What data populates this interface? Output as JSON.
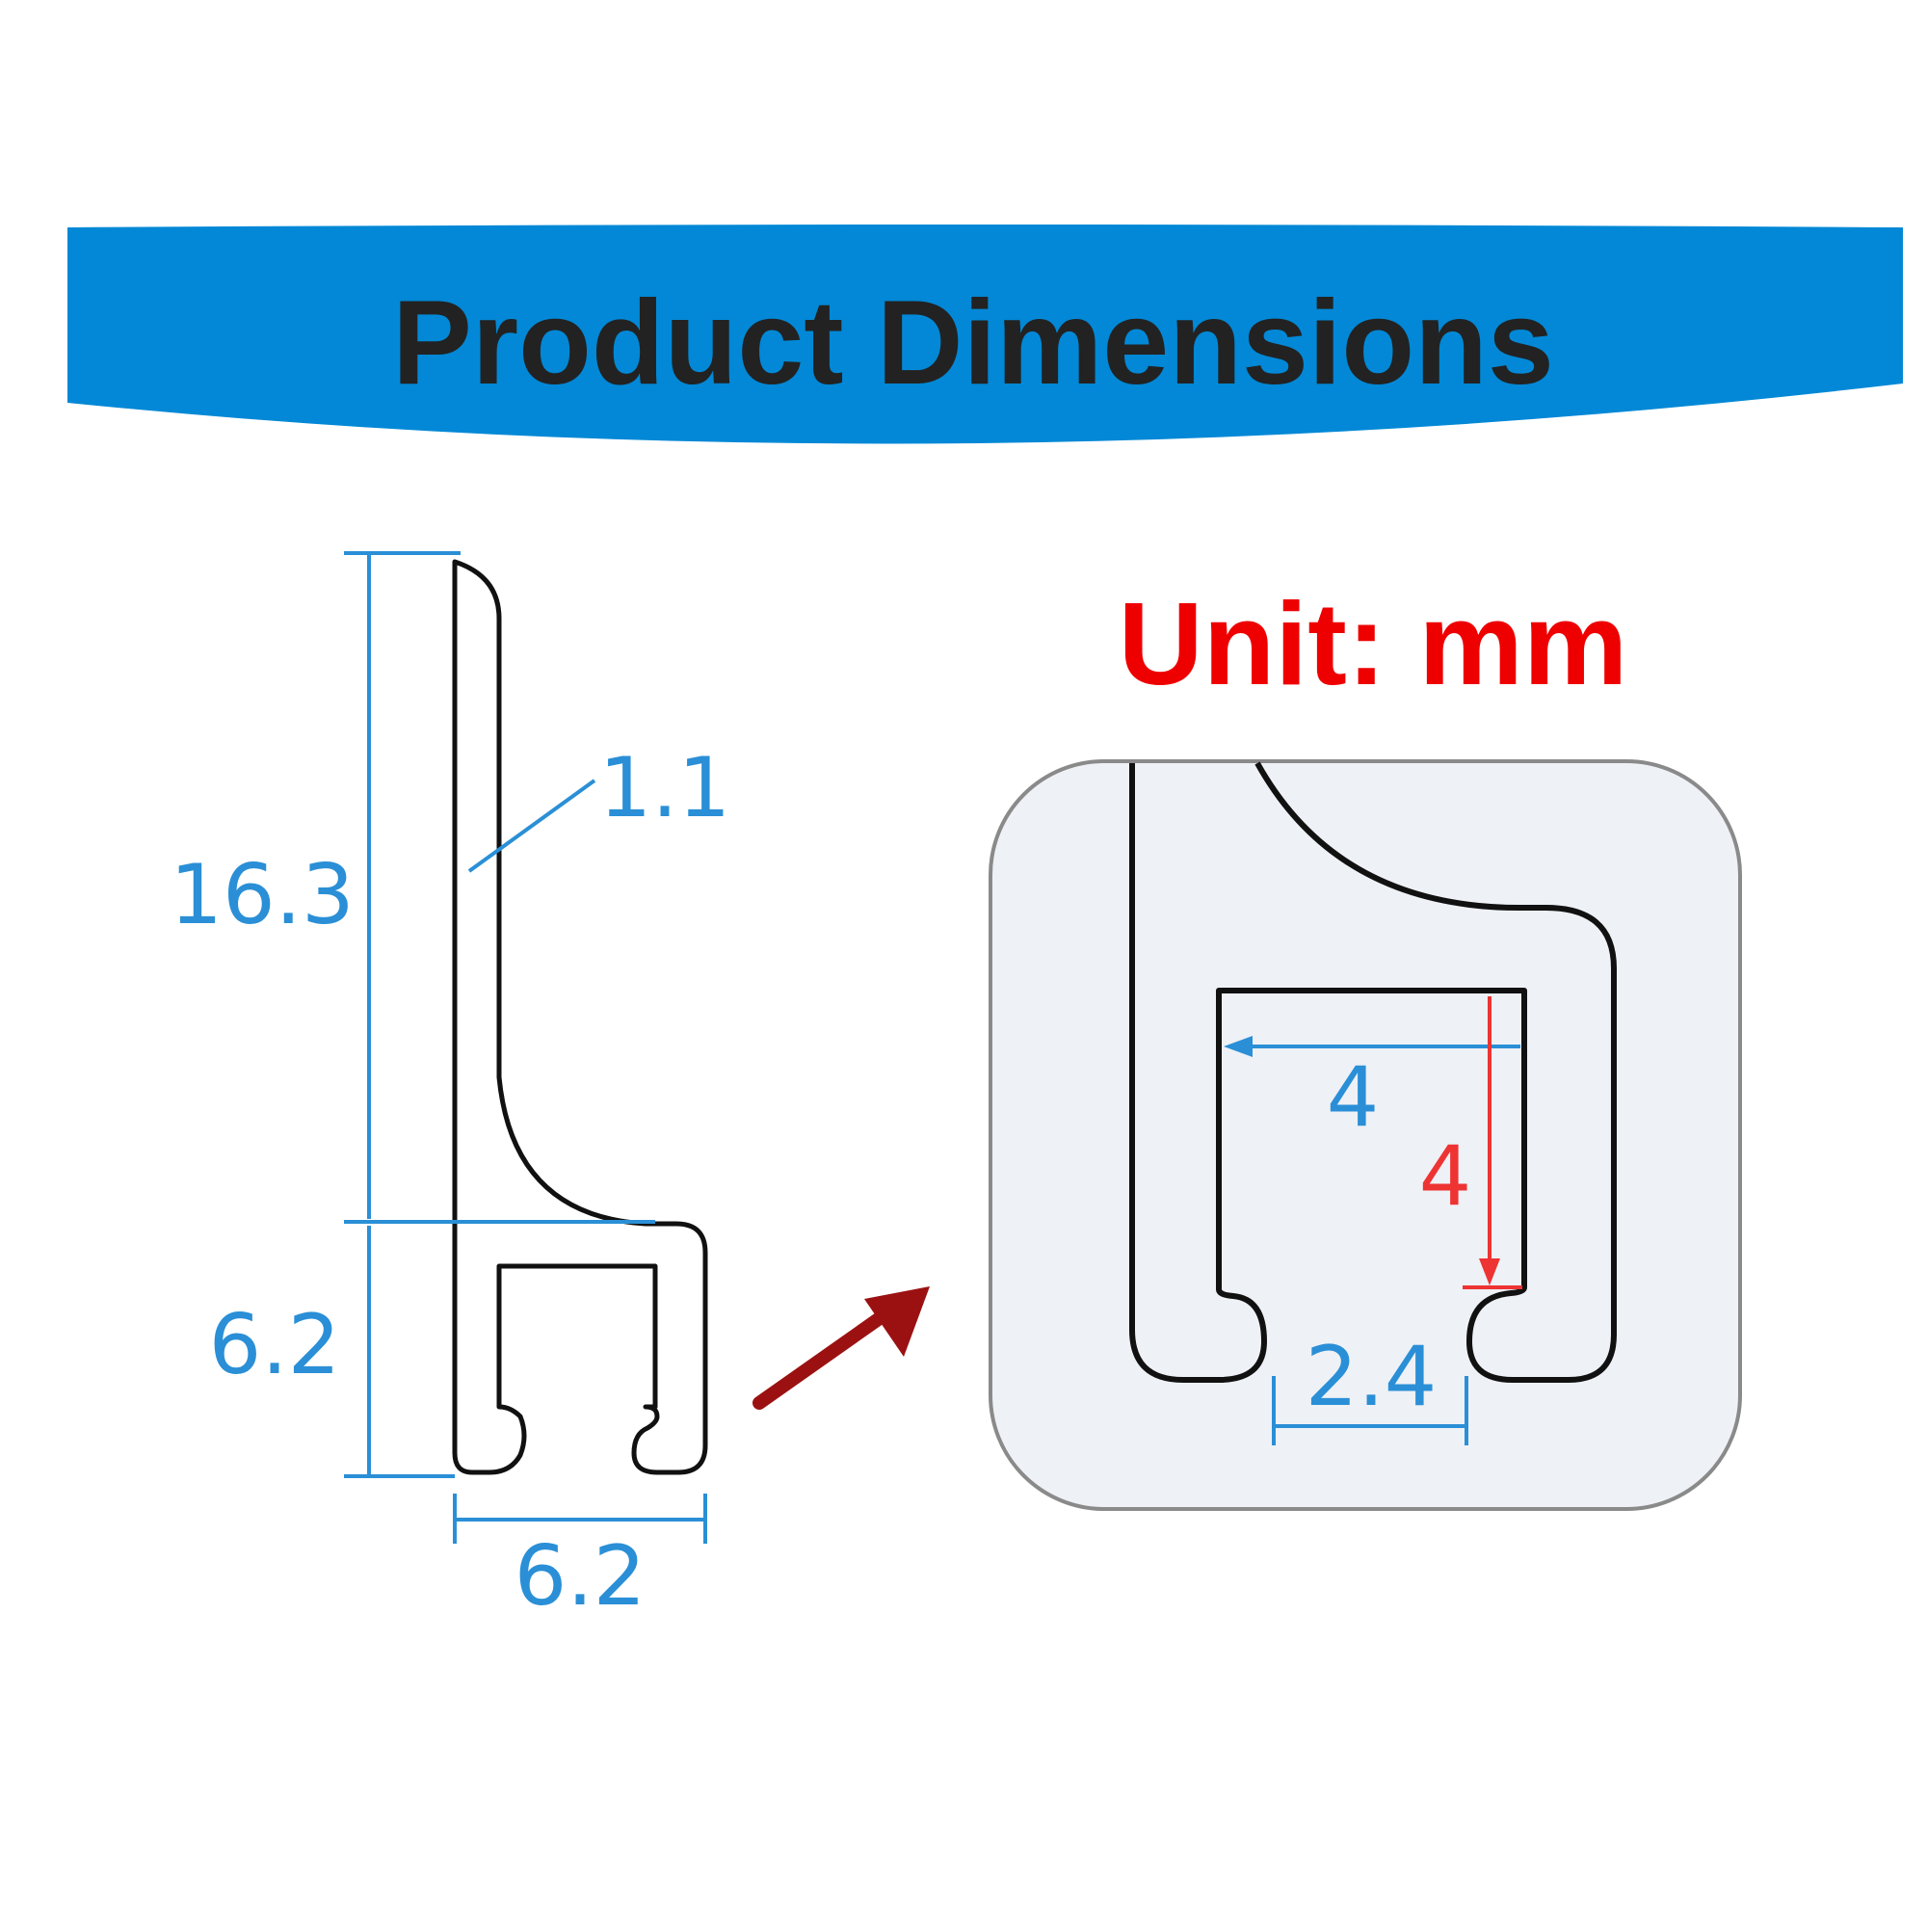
{
  "banner": {
    "title": "Product Dimensions",
    "color": "#0288d6",
    "text_color": "#222222"
  },
  "unit_label": "Unit: mm",
  "colors": {
    "dimension_blue": "#2a8fd6",
    "dimension_red": "#ee3333",
    "unit_red": "#ee0000",
    "outline": "#111111",
    "arrow": "#9b1111",
    "detail_bg": "#eef1f6"
  },
  "profile_view": {
    "height_upper": "16.3",
    "height_lower": "6.2",
    "width_bottom": "6.2",
    "wall_thickness": "1.1"
  },
  "detail_view": {
    "slot_width": "4",
    "slot_depth": "4",
    "opening_width": "2.4"
  }
}
